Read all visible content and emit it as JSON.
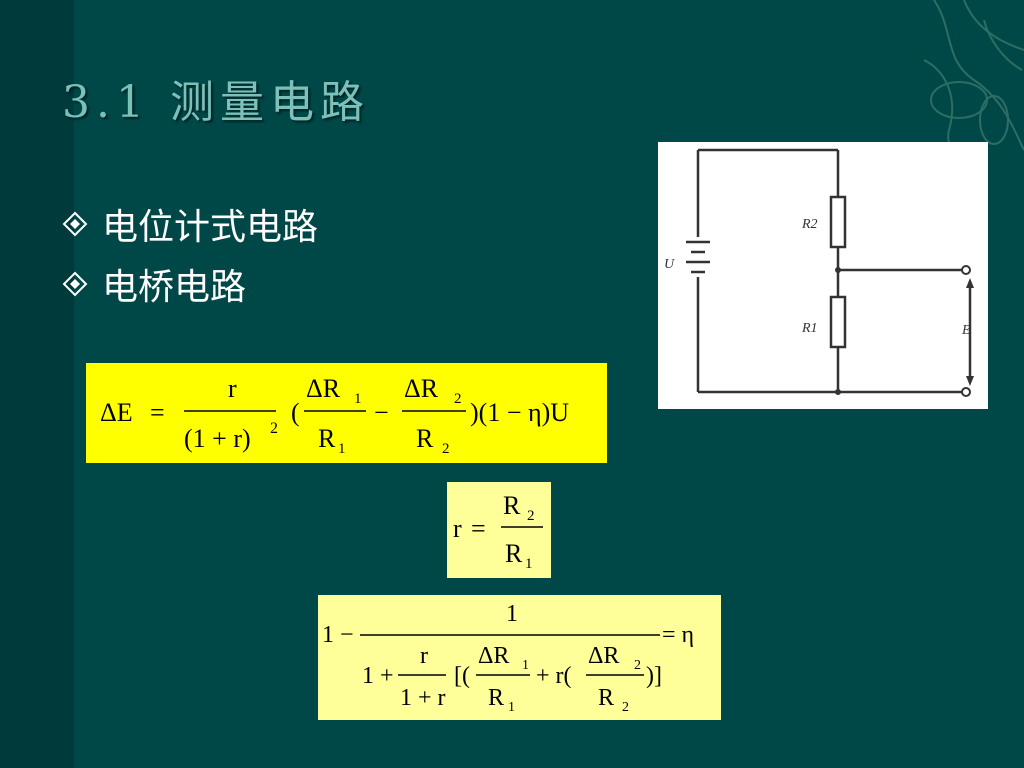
{
  "title": "3.1 测量电路",
  "bullets": [
    {
      "label": "电位计式电路",
      "icon": "diamond-bullet-icon"
    },
    {
      "label": "电桥电路",
      "icon": "diamond-bullet-icon"
    }
  ],
  "circuit": {
    "labels": {
      "source": "U",
      "r2": "R2",
      "r1": "R1",
      "output": "E"
    }
  },
  "formula_1": {
    "lhs": "ΔE",
    "eq": "=",
    "num_r": "r",
    "den_r": "(1 + r)",
    "den_exp": "2",
    "paren_open": "(",
    "dR1": "ΔR",
    "sub1": "1",
    "R1": "R",
    "minus": "−",
    "dR2": "ΔR",
    "sub2": "2",
    "R2": "R",
    "tail": ")(1 − η)U"
  },
  "formula_2": {
    "lhs": "r",
    "eq": "=",
    "num": "R",
    "num_sub": "2",
    "den": "R",
    "den_sub": "1"
  },
  "formula_3": {
    "lead": "1 −",
    "num": "1",
    "den_lead": "1 +",
    "r_num": "r",
    "r_den": "1 + r",
    "bracket_open": "[(",
    "dR1": "ΔR",
    "sub1": "1",
    "R1": "R",
    "plus_r": "+ r(",
    "dR2": "ΔR",
    "sub2": "2",
    "R2": "R",
    "bracket_close": ")]",
    "rhs": "= η"
  },
  "colors": {
    "background": "#004848",
    "title": "#7cc0ba",
    "formula_bg_primary": "#ffff00",
    "formula_bg_secondary": "#ffff99"
  }
}
